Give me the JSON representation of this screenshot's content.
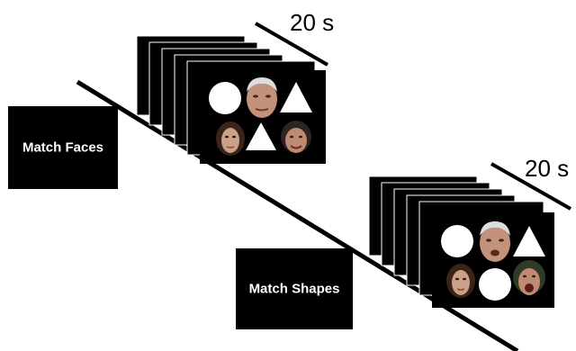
{
  "blocks": [
    {
      "label": "Match Faces",
      "duration": "20 s",
      "stimulus": {
        "top_row": [
          "circle",
          "face-older-man",
          "triangle"
        ],
        "bottom_row": [
          "face-young-woman",
          "triangle",
          "face-older-woman"
        ]
      }
    },
    {
      "label": "Match Shapes",
      "duration": "20 s",
      "stimulus": {
        "top_row": [
          "circle",
          "face-older-man",
          "triangle"
        ],
        "bottom_row": [
          "face-young-woman",
          "circle",
          "face-older-woman-screaming"
        ]
      }
    }
  ],
  "colors": {
    "background": "#ffffff",
    "card": "#000000",
    "shape": "#ffffff",
    "skin": "#c99a82",
    "hair_gray": "#d8d8d8",
    "hair_dark": "#3a2418"
  }
}
